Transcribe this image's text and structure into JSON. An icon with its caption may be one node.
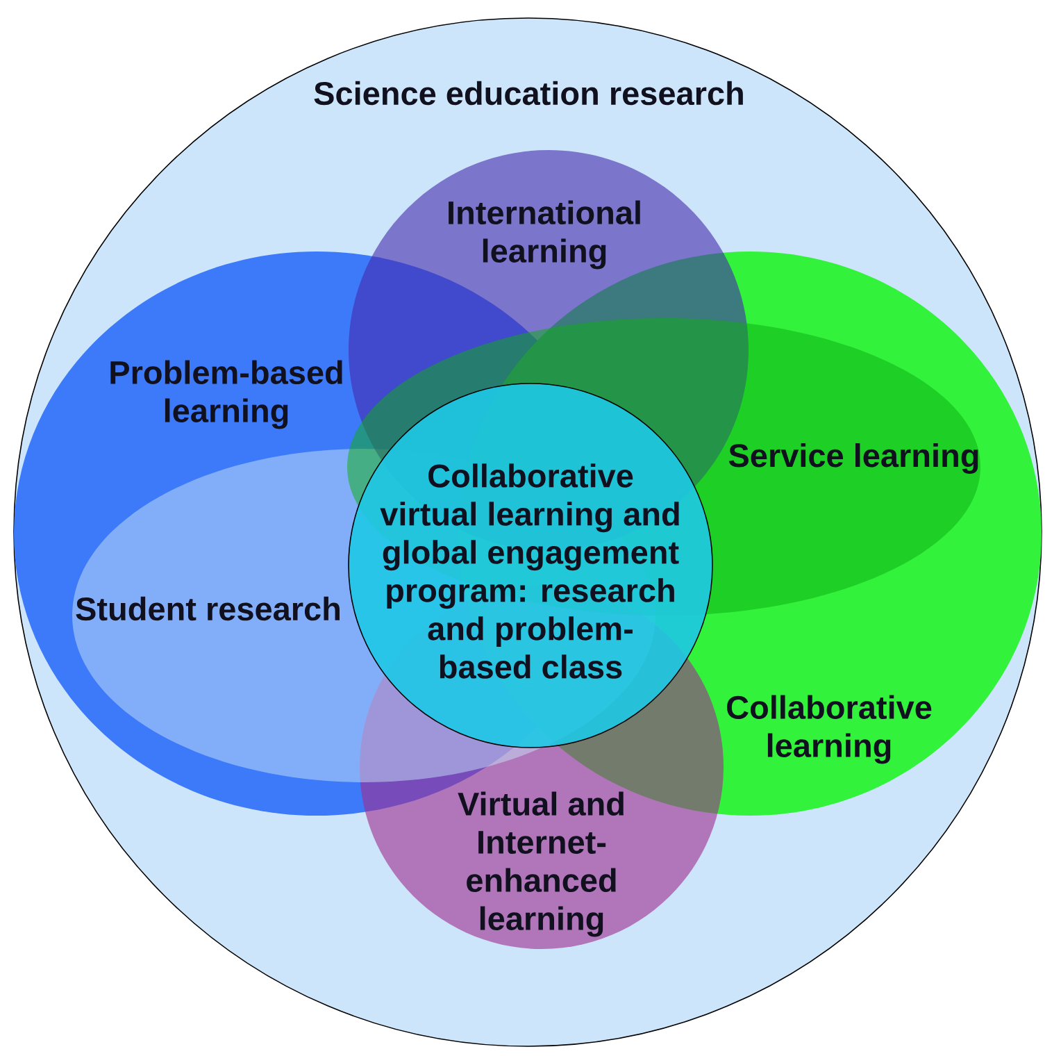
{
  "diagram": {
    "nodes": [
      {
        "text": [
          "Science education research"
        ]
      },
      {
        "text": [
          "International learning"
        ],
        "in": 0
      },
      {
        "text": [
          "Problem-based learning"
        ],
        "in": 0
      },
      {
        "text": [
          "Service learning"
        ],
        "in": 0
      },
      {
        "text": [
          "Collaborative virtual learning and global engagement program: research and problem-based class"
        ],
        "in": 0
      },
      {
        "text": [
          "Student research"
        ],
        "in": 0
      },
      {
        "text": [
          "Collaborative learning"
        ],
        "in": 0
      },
      {
        "text": [
          "Virtual and Internet-enhanced learning"
        ],
        "in": 0
      }
    ]
  }
}
